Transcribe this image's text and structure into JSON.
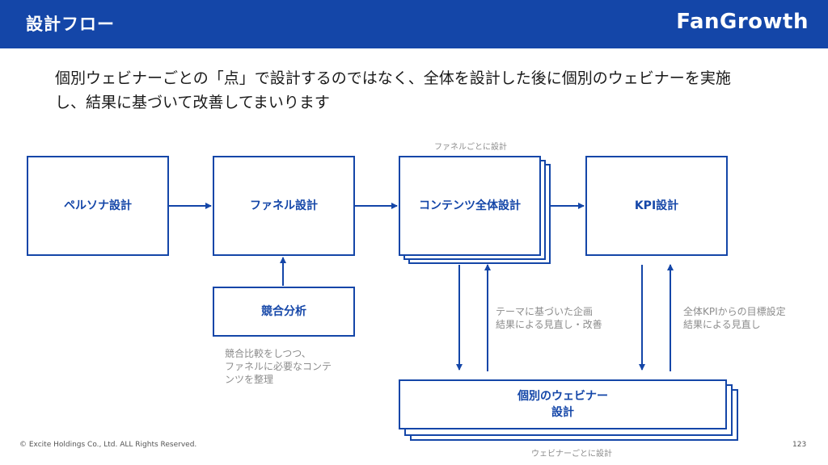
{
  "header": {
    "title": "設計フロー",
    "logo": "FanGrowth"
  },
  "headline": "個別ウェビナーごとの「点」で設計するのではなく、全体を設計した後に個別のウェビナーを実施し、結果に基づいて改善してまいります",
  "diagram": {
    "persona": "ペルソナ設計",
    "funnel": "ファネル設計",
    "content": "コンテンツ全体設計",
    "kpi": "KPI設計",
    "competitor": "競合分析",
    "webinar_line1": "個別のウェビナー",
    "webinar_line2": "設計",
    "label_per_funnel": "ファネルごとに設計",
    "label_per_webinar": "ウェビナーごとに設計",
    "note_competitor": [
      "競合比較をしつつ、",
      "ファネルに必要なコンテ",
      "ンツを整理"
    ],
    "note_content": [
      "テーマに基づいた企画",
      "結果による見直し・改善"
    ],
    "note_kpi": [
      "全体KPIからの目標設定",
      "結果による見直し"
    ]
  },
  "footer": {
    "copyright": "© Excite Holdings Co., Ltd. ALL Rights Reserved.",
    "page": "123"
  },
  "colors": {
    "brand": "#1446a8",
    "note": "#8c8c8c"
  }
}
